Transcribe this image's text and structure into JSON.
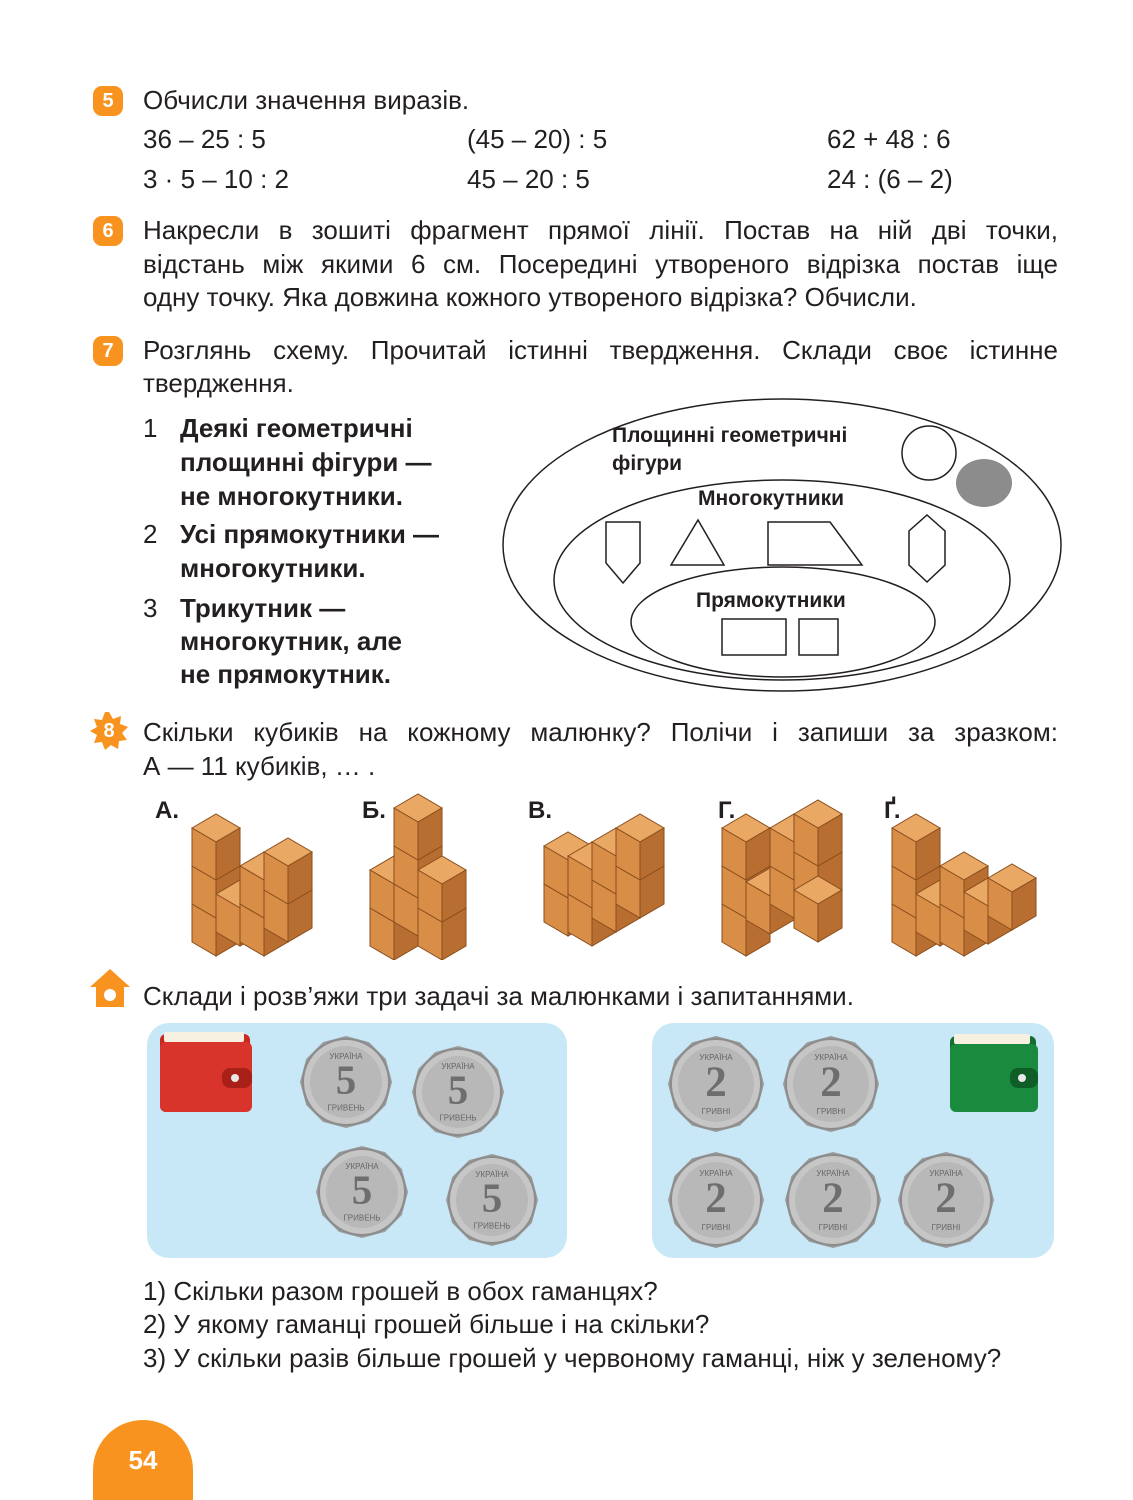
{
  "task5": {
    "number": "5",
    "prompt": "Обчисли значення виразів.",
    "expressions": [
      [
        "36 – 25 : 5",
        "(45 – 20) : 5",
        "62 + 48 : 6"
      ],
      [
        "3 · 5 – 10 : 2",
        "45 – 20 : 5",
        "24 : (6 – 2)"
      ]
    ]
  },
  "task6": {
    "number": "6",
    "lines": [
      "Накресли в зошиті фрагмент прямої лінії. Постав на ній дві точки,",
      "відстань між якими 6 см. Посередині утвореного відрізка постав іще",
      "одну точку. Яка довжина кожного утвореного відрізка? Обчисли."
    ]
  },
  "task7": {
    "number": "7",
    "lines": [
      "Розглянь схему. Прочитай істинні твердження. Склади своє істинне",
      "твердження."
    ],
    "statements": [
      {
        "num": "1",
        "lines": [
          "Деякі геометричні",
          "площинні фігури —",
          "не многокутники."
        ]
      },
      {
        "num": "2",
        "lines": [
          "Усі прямокутники —",
          "многокутники."
        ]
      },
      {
        "num": "3",
        "lines": [
          "Трикутник —",
          "многокутник, але",
          "не прямокутник."
        ]
      }
    ],
    "diagram": {
      "outer_label_1": "Площинні геометричні",
      "outer_label_2": "фігури",
      "middle_label": "Многокутники",
      "inner_label": "Прямокутники"
    }
  },
  "task8": {
    "number": "8",
    "lines": [
      "Скільки кубиків на кожному малюнку? Полічи і запиши за зразком:",
      "А — 11 кубиків, … ."
    ],
    "figures": [
      "А.",
      "Б.",
      "В.",
      "Г.",
      "Ґ."
    ]
  },
  "homework": {
    "prompt": "Склади і розв’яжи три задачі за малюнками і запитаннями.",
    "coin_red": {
      "value": "5",
      "country": "УКРАЇНА",
      "unit": "ГРИВЕНЬ"
    },
    "coin_green": {
      "value": "2",
      "country": "УКРАЇНА",
      "unit": "ГРИВНІ"
    },
    "questions": [
      "1) Скільки разом грошей в обох гаманцях?",
      "2) У якому гаманці грошей більше і на скільки?",
      "3) У скільки разів більше грошей у червоному гаманці, ніж у зеленому?"
    ]
  },
  "page_number": "54",
  "colors": {
    "accent": "#f7931e",
    "panel": "#c8e8f7",
    "wallet_red": "#d9342b",
    "wallet_green": "#1a8a3e",
    "wood": "#d98e48"
  }
}
